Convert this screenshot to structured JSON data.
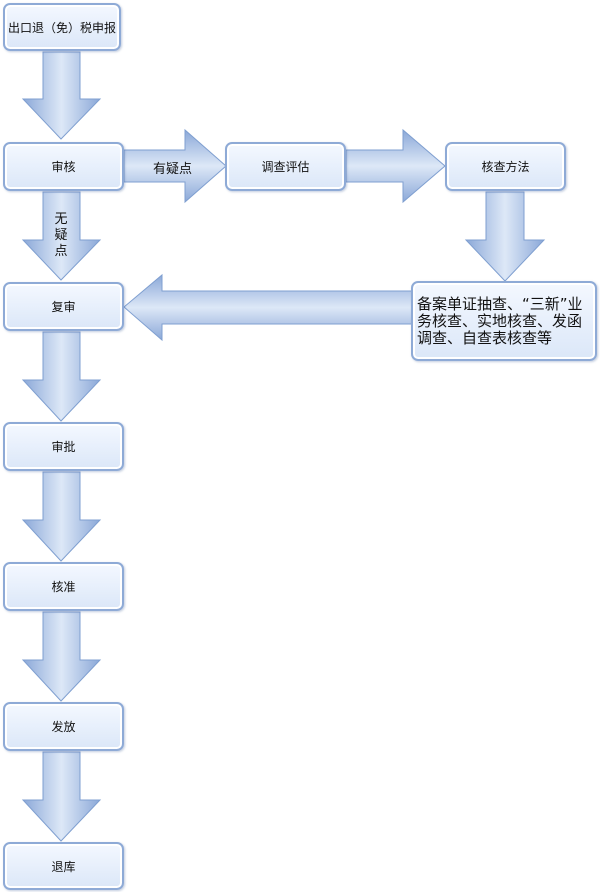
{
  "nodes": {
    "declare": "出口退（免）税申报",
    "review": "审核",
    "investigate": "调查评估",
    "verify_method": "核查方法",
    "verify_detail": "备案单证抽查、“三新”业务核查、实地核查、发函调查、自查表核查等",
    "recheck": "复审",
    "approve": "审批",
    "confirm": "核准",
    "issue": "发放",
    "refund": "退库"
  },
  "edge_labels": {
    "doubtful": "有疑点",
    "no_doubt": "无疑点"
  },
  "colors": {
    "arrow_fill_top": "#d2e0f4",
    "arrow_fill_bottom": "#8ba8d8",
    "arrow_stroke": "#7f9fd0",
    "box_border": "#8eaad6"
  }
}
